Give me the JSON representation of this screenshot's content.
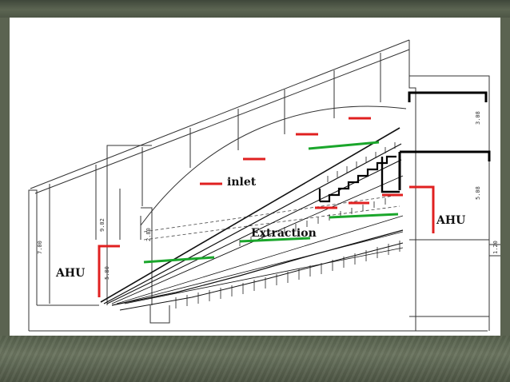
{
  "labels": {
    "inlet": "inlet",
    "extraction": "Extraction",
    "ahu_left": "AHU",
    "ahu_right": "AHU"
  },
  "dimensions": {
    "d1": "7.00",
    "d2": "9.02",
    "d3": "5.80",
    "d4": "2.80",
    "d5": "3.08",
    "d6": "5.08",
    "d7": "1.20"
  },
  "colors": {
    "inlet_marker": "#e02020",
    "extraction_marker": "#1aa62b",
    "structure": "#222222"
  }
}
